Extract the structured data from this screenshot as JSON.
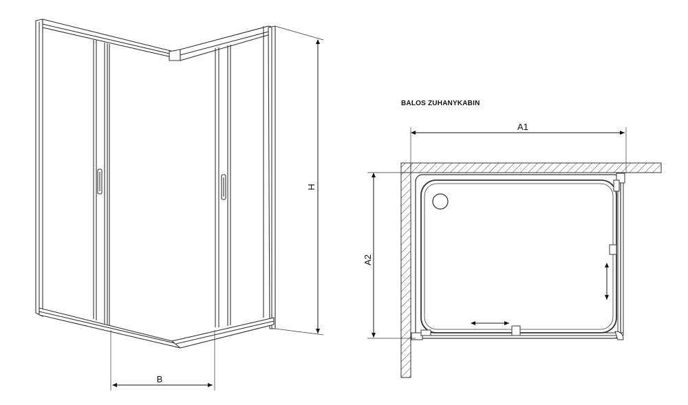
{
  "diagram": {
    "title": "BALOS ZUHANYKABIN",
    "dimensions": {
      "height": "H",
      "width_b": "B",
      "length_a1": "A1",
      "depth_a2": "A2"
    }
  }
}
